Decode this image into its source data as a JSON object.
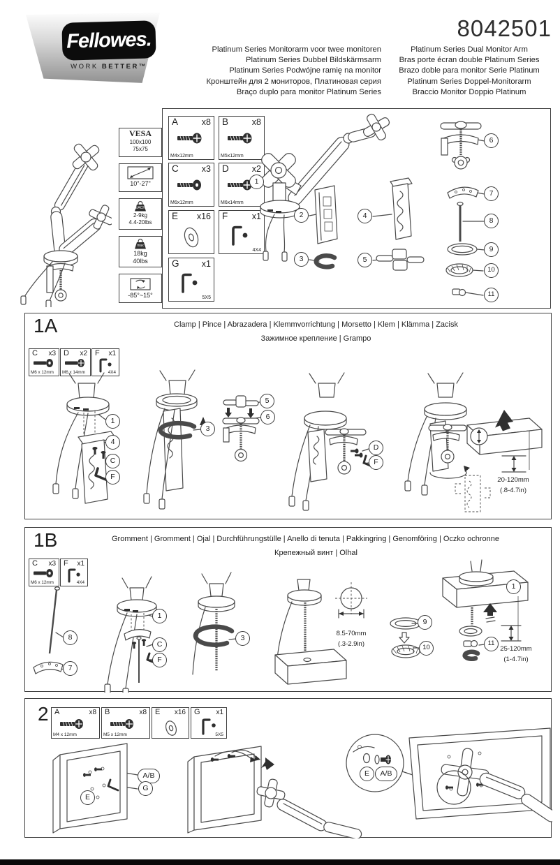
{
  "header": {
    "brand": "Fellowes.",
    "tagline_light": "WORK ",
    "tagline_bold": "BETTER™",
    "model_number": "8042501",
    "titles_left": [
      "Platinum Series Monitorarm voor twee monitoren",
      "Platinum Series Dubbel Bildskärmsarm",
      "Platinum Series Podwójne ramię na monitor",
      "Кронштейн для 2 мониторов, Платиновая серия",
      "Braço duplo para monitor Platinum Series"
    ],
    "titles_right": [
      "Platinum Series Dual Monitor Arm",
      "Bras porte écran double Platinum Series",
      "Brazo doble para monitor Serie Platinum",
      "Platinum Series Doppel-Monitorarm",
      "Braccio Monitor Doppio Platinum"
    ]
  },
  "specs": {
    "vesa_title": "VESA",
    "vesa_sizes": [
      "100x100",
      "75x75"
    ],
    "screen_range": "10\"-27\"",
    "weight_each_badge": "EACH",
    "weight_each": [
      "2-9kg",
      "4.4-20lbs"
    ],
    "weight_max_badge": "max",
    "weight_max": [
      "18kg",
      "40lbs"
    ],
    "tilt_range": "-85°~15°"
  },
  "parts_main": [
    {
      "label": "A",
      "qty": "x8",
      "size": "M4x12mm"
    },
    {
      "label": "B",
      "qty": "x8",
      "size": "M5x12mm"
    },
    {
      "label": "C",
      "qty": "x3",
      "size": "M6x12mm"
    },
    {
      "label": "D",
      "qty": "x2",
      "size": "M6x14mm"
    },
    {
      "label": "E",
      "qty": "x16",
      "size": ""
    },
    {
      "label": "F",
      "qty": "x1",
      "size": "4X4"
    },
    {
      "label": "G",
      "qty": "x1",
      "size": "5X5"
    }
  ],
  "overview_callouts": [
    "1",
    "2",
    "3",
    "4",
    "5",
    "6",
    "7",
    "8",
    "9",
    "10",
    "11"
  ],
  "section_1a": {
    "id": "1A",
    "languages_line1": "Clamp | Pince | Abrazadera | Klemmvorrichtung | Morsetto | Klem | Klämma | Zacisk",
    "languages_line2": "Зажимное крепление | Grampo",
    "parts": [
      {
        "label": "C",
        "qty": "x3",
        "size": "M6 x 12mm"
      },
      {
        "label": "D",
        "qty": "x2",
        "size": "M6 x 14mm"
      },
      {
        "label": "F",
        "qty": "x1",
        "size": "4X4"
      }
    ],
    "callouts": [
      "1",
      "4",
      "C",
      "F",
      "3",
      "5",
      "6",
      "D",
      "F"
    ],
    "measurement": [
      "20-120mm",
      "(.8-4.7in)"
    ]
  },
  "section_1b": {
    "id": "1B",
    "languages_line1": "Gromment | Gromment | Ojal | Durchführungstülle | Anello di tenuta | Pakkingring | Genomföring | Oczko ochronne",
    "languages_line2": "Крепежный винт | Olhal",
    "parts": [
      {
        "label": "C",
        "qty": "x3",
        "size": "M6 x 12mm"
      },
      {
        "label": "F",
        "qty": "x1",
        "size": "4X4"
      }
    ],
    "callouts": [
      "8",
      "7",
      "1",
      "C",
      "F",
      "3",
      "9",
      "10",
      "11",
      "1"
    ],
    "hole_measurement": [
      "8.5-70mm",
      "(.3-2.9in)"
    ],
    "thickness_measurement": [
      "25-120mm",
      "(1-4.7in)"
    ]
  },
  "section_2": {
    "id": "2",
    "parts": [
      {
        "label": "A",
        "qty": "x8",
        "size": "M4 x 12mm"
      },
      {
        "label": "B",
        "qty": "x8",
        "size": "M5 x 12mm"
      },
      {
        "label": "E",
        "qty": "x16",
        "size": ""
      },
      {
        "label": "G",
        "qty": "x1",
        "size": "5X5"
      }
    ],
    "callouts": [
      "A/B",
      "G",
      "E",
      "E",
      "A/B"
    ]
  }
}
